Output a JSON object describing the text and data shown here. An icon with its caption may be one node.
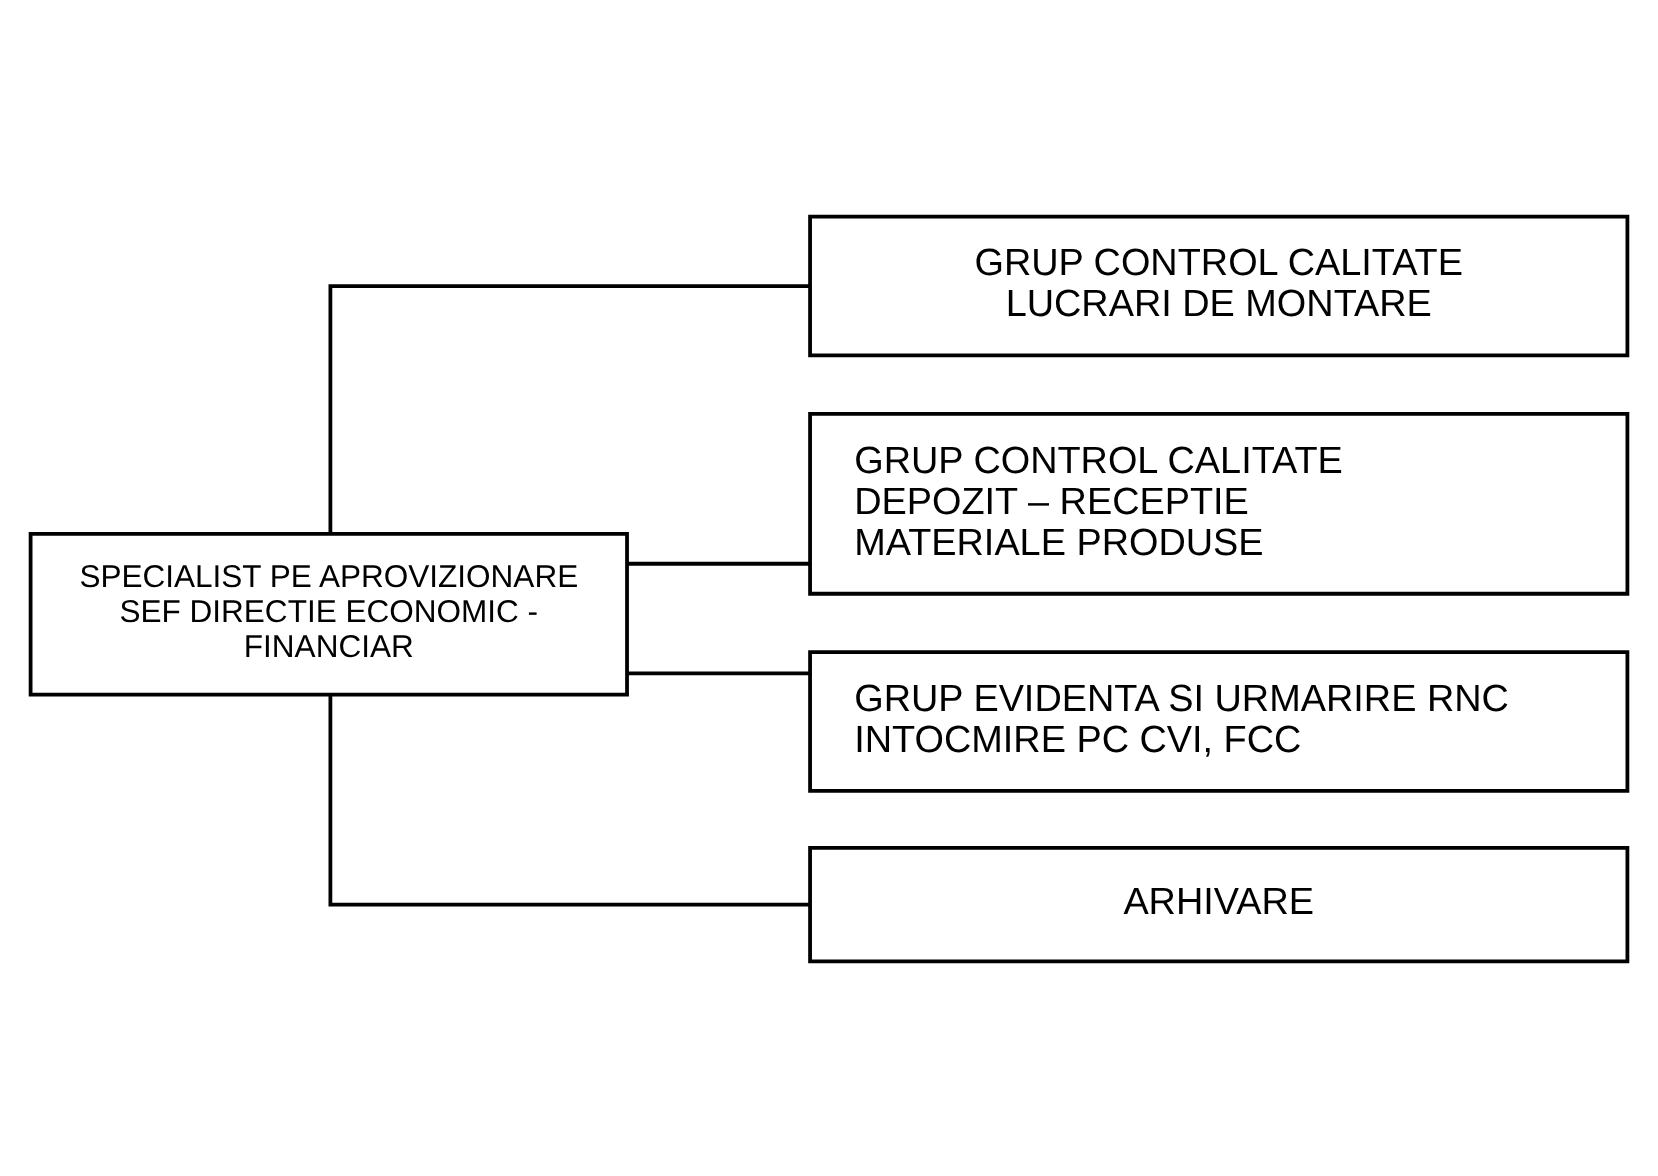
{
  "diagram": {
    "nodes": [
      {
        "text": [
          "SPECIALIST PE APROVIZIONARE SEF DIRECTIE ECONOMIC - FINANCIAR"
        ]
      },
      {
        "text": [
          "GRUP CONTROL CALITATE",
          "LUCRARI DE MONTARE"
        ]
      },
      {
        "text": [
          "GRUP CONTROL CALITATE",
          "DEPOZIT – RECEPTIE",
          "MATERIALE PRODUSE"
        ]
      },
      {
        "text": [
          "GRUP EVIDENTA SI URMARIRE RNC",
          "INTOCMIRE PC CVI, FCC"
        ]
      },
      {
        "text": [
          "ARHIVARE"
        ]
      }
    ],
    "edges": [
      {
        "from": 0,
        "to": 1,
        "arrow": "none"
      },
      {
        "from": 0,
        "to": 2,
        "arrow": "none"
      },
      {
        "from": 0,
        "to": 3,
        "arrow": "none"
      },
      {
        "from": 0,
        "to": 4,
        "arrow": "none"
      }
    ]
  }
}
